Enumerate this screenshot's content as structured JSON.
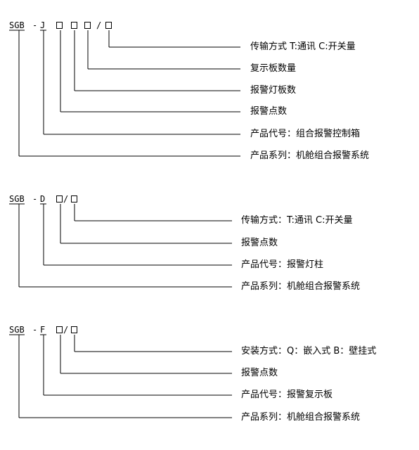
{
  "diagrams": [
    {
      "code": {
        "series": "SGB",
        "dash": "-",
        "type_letter": "J",
        "slash": "/"
      },
      "labels": [
        "传输方式 T:通讯 C:开关量",
        "复示板数量",
        "报警灯板数",
        "报警点数",
        "产品代号：组合报警控制箱",
        "产品系列：机舱组合报警系统"
      ]
    },
    {
      "code": {
        "series": "SGB",
        "dash": "-",
        "type_letter": "D",
        "slash": "/"
      },
      "labels": [
        "传输方式：T:通讯 C:开关量",
        "报警点数",
        "产品代号：报警灯柱",
        "产品系列：机舱组合报警系统"
      ]
    },
    {
      "code": {
        "series": "SGB",
        "dash": "-",
        "type_letter": "F",
        "slash": "/"
      },
      "labels": [
        "安装方式：Q：嵌入式 B：壁挂式",
        "报警点数",
        "产品代号：报警复示板",
        "产品系列：机舱组合报警系统"
      ]
    }
  ]
}
